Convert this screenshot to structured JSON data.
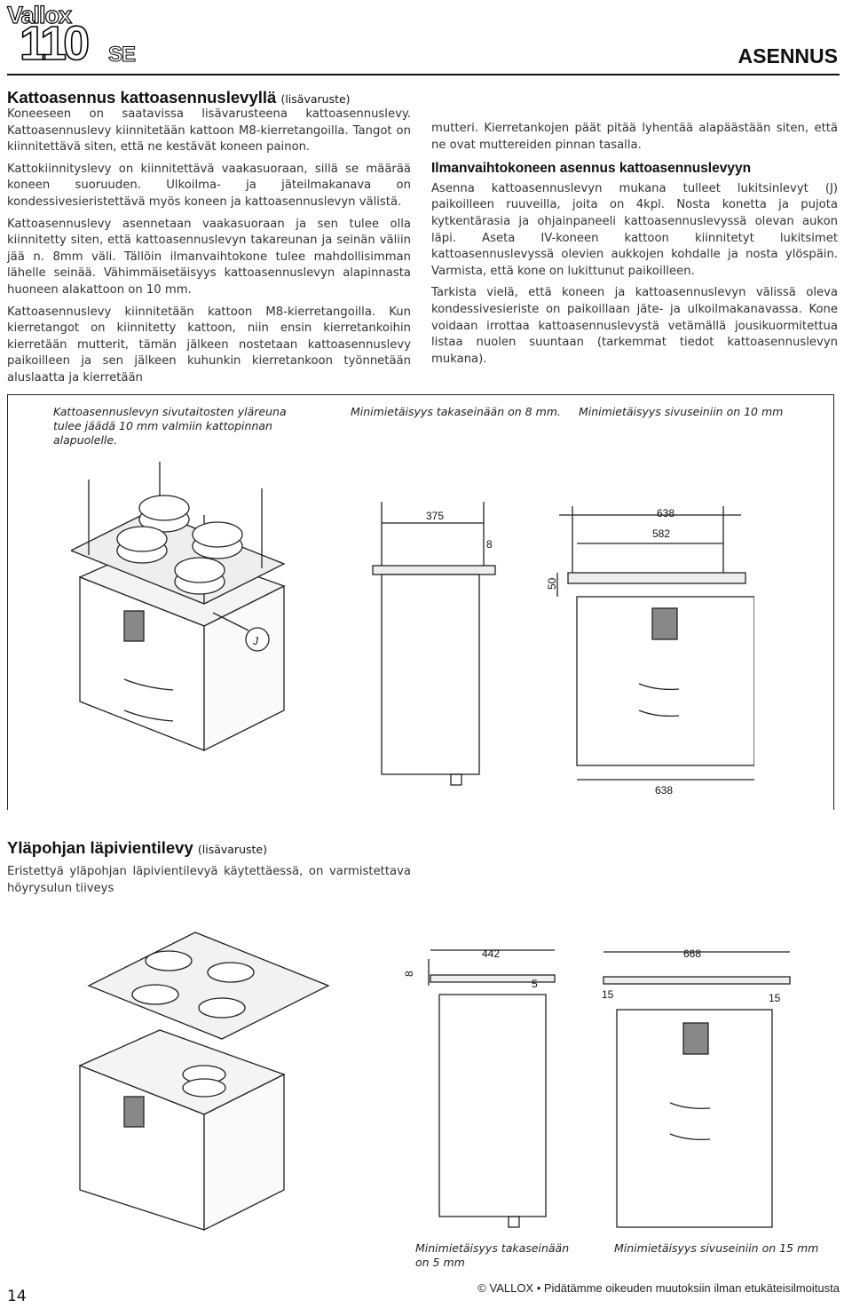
{
  "header": {
    "brand": "Vallox",
    "model": "110",
    "model_suffix": "SE",
    "section": "ASENNUS"
  },
  "section1": {
    "title": "Kattoasennus kattoasennuslevyllä",
    "title_note": "(lisävaruste)",
    "left_paragraphs": [
      "Koneeseen on saatavissa lisävarusteena kattoasennuslevy. Kattoasennuslevy kiinnitetään kattoon M8-kierretangoilla. Tangot on kiinnitettävä siten, että ne kestävät koneen painon.",
      "Kattokiinnityslevy on kiinnitettävä vaakasuoraan, sillä se määrää koneen suoruuden. Ulkoilma- ja jäteilmakanava on kondessivesieristettävä myös koneen ja kattoasennuslevyn välistä.",
      "Kattoasennuslevy asennetaan vaakasuoraan ja sen tulee olla kiinnitetty siten, että kattoasennuslevyn takareunan ja seinän väliin jää n. 8mm väli. Tällöin ilmanvaihtokone tulee mahdollisimman lähelle seinää. Vähimmäisetäisyys kattoasennuslevyn alapinnasta huoneen alakattoon on 10 mm.",
      "Kattoasennuslevy kiinnitetään kattoon M8-kierretangoilla. Kun kierretangot on kiinnitetty kattoon, niin ensin kierretankoihin kierretään mutterit, tämän jälkeen nostetaan kattoasennuslevy paikoilleen ja sen jälkeen kuhunkin kierretankoon työnnetään aluslaatta ja kierretään"
    ],
    "right_paragraph_1": "mutteri. Kierretankojen päät pitää lyhentää alapäästään siten, että ne ovat muttereiden pinnan tasalla.",
    "subheading": "Ilmanvaihtokoneen asennus kattoasennuslevyyn",
    "right_paragraphs": [
      "Asenna kattoasennuslevyn mukana tulleet lukitsinlevyt (J) paikoilleen ruuveilla, joita on 4kpl. Nosta konetta ja pujota kytkentärasia ja ohjainpaneeli kattoasennuslevyssä olevan aukon läpi. Aseta IV-koneen kattoon kiinnitetyt lukitsimet kattoasennuslevyssä olevien aukkojen kohdalle ja nosta ylöspäin. Varmista, että kone on lukittunut paikoilleen.",
      "Tarkista vielä, että koneen ja kattoasennuslevyn välissä oleva kondessivesieriste on paikoillaan jäte- ja ulkoilmakanavassa. Kone voidaan irrottaa kattoasennuslevystä vetämällä jousikuormitettua listaa nuolen suuntaan (tarkemmat tiedot kattoasennuslevyn mukana)."
    ]
  },
  "figure1": {
    "caption_left": "Kattoasennuslevyn sivutaitosten yläreuna tulee jäädä 10 mm valmiin kattopinnan alapuolelle.",
    "caption_mid": "Minimietäisyys takaseinään on 8 mm.",
    "caption_right": "Minimietäisyys sivuseiniin on 10 mm",
    "label_j": "J",
    "dims": {
      "d375": "375",
      "d8": "8",
      "d50": "50",
      "d638_top": "638",
      "d582": "582",
      "d638_bottom": "638"
    }
  },
  "section2": {
    "title": "Yläpohjan läpivientilevy",
    "title_note": "(lisävaruste)",
    "paragraph": "Eristettyä yläpohjan läpivientilevyä käytettäessä, on varmistettava höyrysulun tiiveys"
  },
  "figure2": {
    "dims": {
      "d442": "442",
      "d8": "8",
      "d5": "5",
      "d668": "668",
      "d15_left": "15",
      "d15_right": "15"
    },
    "caption_mid": "Minimietäisyys takaseinään on 5 mm",
    "caption_right": "Minimietäisyys sivuseiniin on 15 mm"
  },
  "footer": {
    "page_number": "14",
    "copyright": "© VALLOX • Pidätämme oikeuden muutoksiin ilman etukäteisilmoitusta"
  }
}
